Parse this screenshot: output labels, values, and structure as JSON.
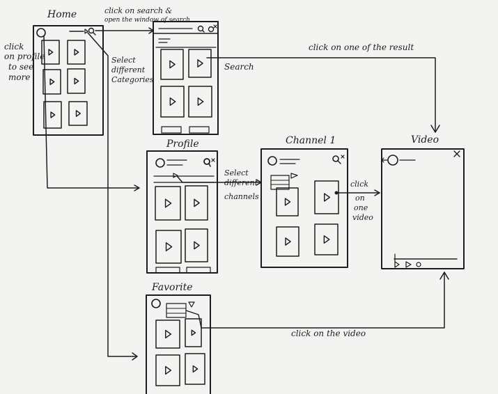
{
  "titles": {
    "home": "Home",
    "profile": "Profile",
    "channel": "Channel 1",
    "video": "Video",
    "favorite": "Favorite"
  },
  "notes": {
    "click_profile": [
      "click",
      "on profile",
      "to see",
      "more"
    ],
    "click_search": [
      "click on search &",
      "open the window of search"
    ],
    "select_categories": [
      "Select",
      "different",
      "Categories"
    ],
    "search": "Search",
    "click_result": "click on one of the result",
    "select_channels": [
      "Select",
      "different",
      "channels"
    ],
    "click_one_video": [
      "click",
      "on",
      "one",
      "video"
    ],
    "click_video": "click on the video"
  },
  "icons": {
    "play": "play-icon",
    "search": "search-icon",
    "close": "close-icon",
    "avatar": "avatar-circle"
  }
}
